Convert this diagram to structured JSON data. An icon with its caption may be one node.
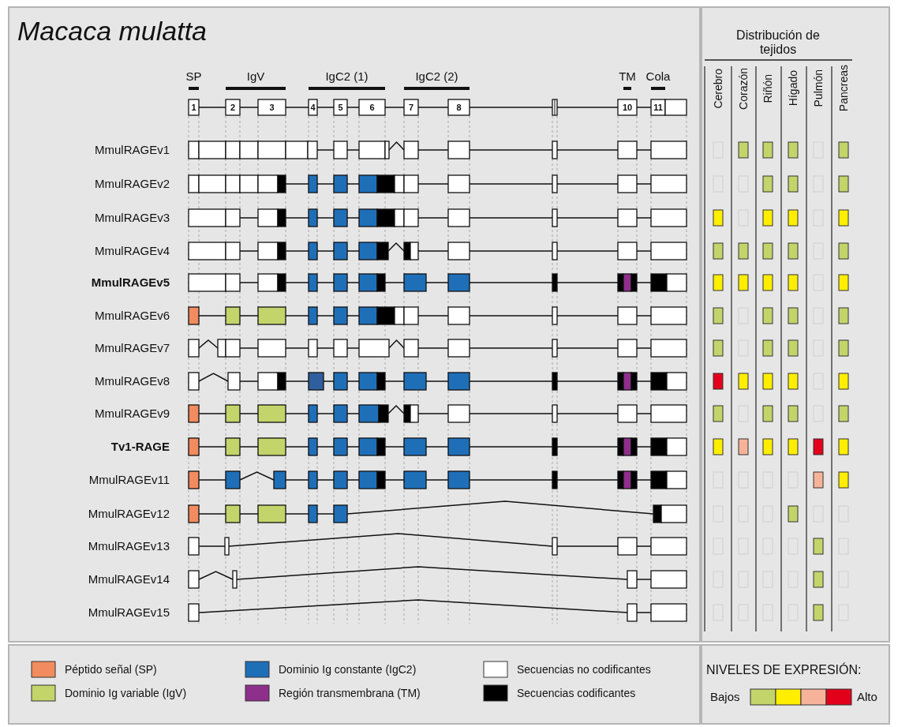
{
  "diagram": {
    "title": "Macaca mulatta",
    "labels": [
      "Distribución de tejidos",
      "SP",
      "IgV",
      "IgC2 (1)",
      "IgC2 (2)",
      "TM",
      "Cola",
      "Cerebro",
      "Corazón",
      "Riñón",
      "Hígado",
      "Pulmón",
      "Pancreas",
      "1",
      "2",
      "3",
      "4",
      "5",
      "6",
      "7",
      "8",
      "10",
      "11",
      "MmulRAGEv1",
      "MmulRAGEv2",
      "MmulRAGEv3",
      "MmulRAGEv4",
      "MmulRAGEv5",
      "MmulRAGEv6",
      "MmulRAGEv7",
      "MmulRAGEv8",
      "MmulRAGEv9",
      "Tv1-RAGE",
      "MmulRAGEv11",
      "MmulRAGEv12",
      "MmulRAGEv13",
      "MmulRAGEv14",
      "MmulRAGEv15",
      "NIVELES DE EXPRESIÓN:",
      "Bajos",
      "Alto"
    ],
    "legend": [
      {
        "text": "Péptido señal (SP)",
        "color": "#f28c5e"
      },
      {
        "text": "Dominio Ig constante (IgC2)",
        "color": "#1f6fb8"
      },
      {
        "text": "Secuencias no codificantes",
        "color": "#ffffff"
      },
      {
        "text": "Dominio Ig variable (IgV)",
        "color": "#c3d46a"
      },
      {
        "text": "Región transmembrana (TM)",
        "color": "#8e2f8c"
      },
      {
        "text": "Secuencias codificantes",
        "color": "#000000"
      }
    ]
  }
}
